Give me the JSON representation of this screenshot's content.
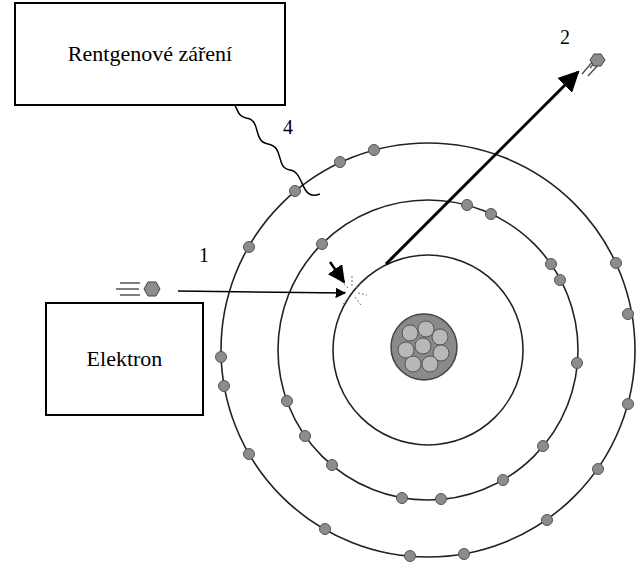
{
  "diagram": {
    "nodes": [
      {
        "text": [
          "Rentgenové záření"
        ]
      },
      {
        "text": [
          "Elektron"
        ]
      }
    ],
    "labels": [
      "2",
      "4",
      "1"
    ]
  }
}
